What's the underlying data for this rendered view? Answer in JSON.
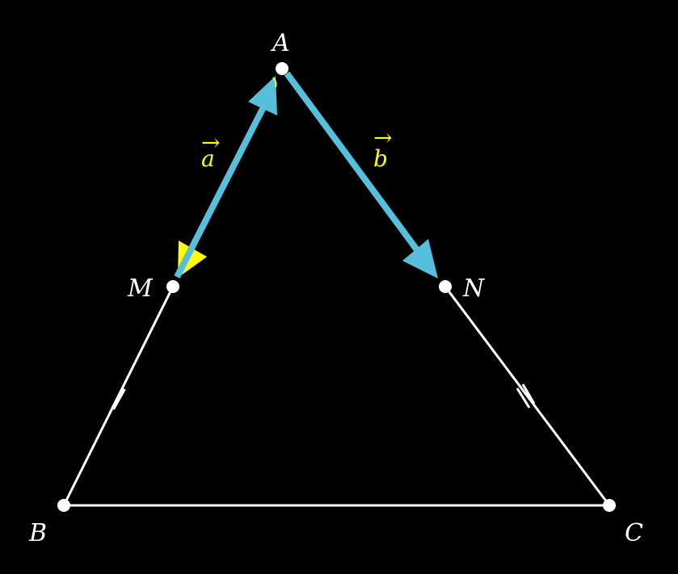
{
  "points": {
    "A": "A",
    "B": "B",
    "C": "C",
    "M": "M",
    "N": "N"
  },
  "vectors": {
    "a": {
      "label": "a",
      "arrow": "→"
    },
    "b": {
      "label": "b",
      "arrow": "→"
    }
  },
  "colors": {
    "background": "#000000",
    "lines": "#ffffff",
    "vector": "#56bfdc",
    "vector_label": "#ffff00",
    "angle_marker": "#ffff00"
  }
}
